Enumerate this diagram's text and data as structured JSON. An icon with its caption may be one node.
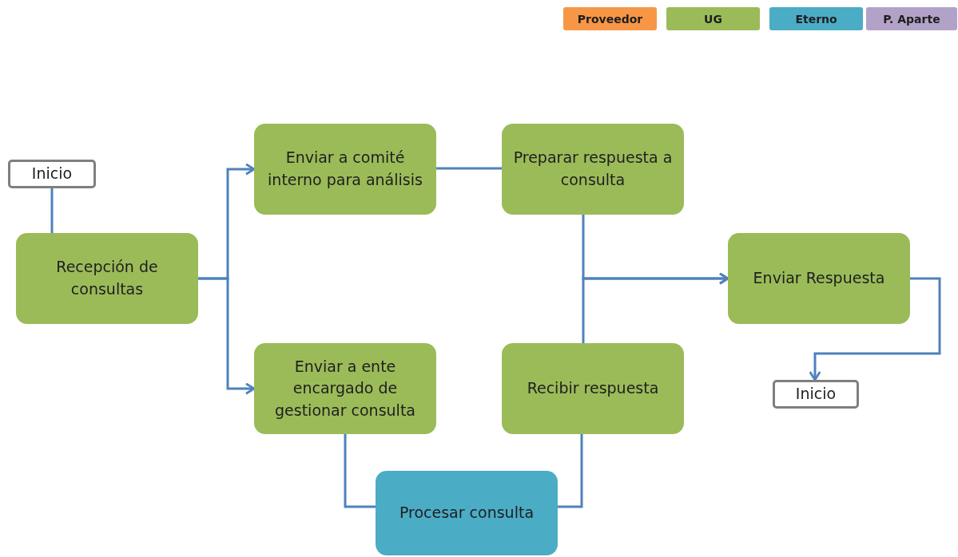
{
  "diagram": {
    "nodes": [
      {
        "text": [
          "Inicio"
        ]
      },
      {
        "text": [
          "Recepción de consultas"
        ]
      },
      {
        "text": [
          "Enviar a comité interno para análisis"
        ]
      },
      {
        "text": [
          "Enviar a ente encargado de gestionar consulta"
        ]
      },
      {
        "text": [
          "Preparar respuesta a consulta"
        ]
      },
      {
        "text": [
          "Recibir respuesta"
        ]
      },
      {
        "text": [
          "Procesar consulta"
        ]
      },
      {
        "text": [
          "Enviar Respuesta"
        ]
      },
      {
        "text": [
          "Inicio"
        ]
      }
    ],
    "edges": [
      {
        "from": 0,
        "to": 1,
        "arrow": "none"
      },
      {
        "from": 1,
        "to": 2,
        "arrow": "to"
      },
      {
        "from": 1,
        "to": 3,
        "arrow": "to"
      },
      {
        "from": 2,
        "to": 4,
        "arrow": "none"
      },
      {
        "from": 4,
        "to": 7,
        "arrow": "to"
      },
      {
        "from": 5,
        "to": 7,
        "arrow": "to"
      },
      {
        "from": 3,
        "to": 6,
        "arrow": "none"
      },
      {
        "from": 6,
        "to": 5,
        "arrow": "none"
      },
      {
        "from": 7,
        "to": 8,
        "arrow": "to"
      }
    ],
    "legend": [
      {
        "text": "Proveedor",
        "color": "#f79646"
      },
      {
        "text": "UG",
        "color": "#9bbb59"
      },
      {
        "text": "Eterno",
        "color": "#4bacc6"
      },
      {
        "text": "P. Aparte",
        "color": "#b3a2c7"
      }
    ]
  }
}
